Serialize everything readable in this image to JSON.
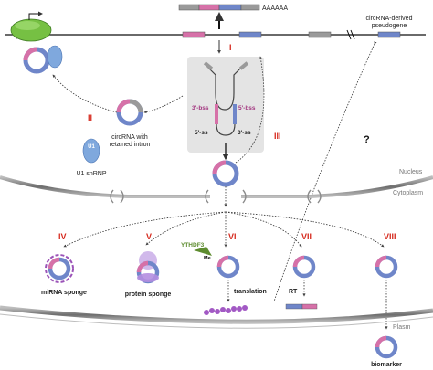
{
  "transcript_tail": "AAAAAA",
  "pseudogene_label": [
    "circRNA-derived",
    "pseudogene"
  ],
  "steps": [
    "I",
    "II",
    "III",
    "IV",
    "V",
    "VI",
    "VII",
    "VIII"
  ],
  "question_mark": "?",
  "bss_left": "3'-bss",
  "bss_right": "5'-bss",
  "ss_left": "5'-ss",
  "ss_right": "3'-ss",
  "retained_label": [
    "circRNA with",
    "retained intron"
  ],
  "u1_badge": "U1",
  "u1_snrnp_label": "U1 snRNP",
  "nucleus_label": "Nucleus",
  "cytoplasm_label": "Cytoplasm",
  "plasm_label": "Plasm",
  "ythdf3_label": "YTHDF3",
  "me_label": "Me",
  "fate_labels": {
    "mirna": "miRNA sponge",
    "protein": "protein sponge",
    "translation": "translation",
    "rt": "RT",
    "biomarker": "biomarker"
  },
  "colors": {
    "pink": "#d671a8",
    "blue": "#6f86c9",
    "grey": "#9a9a9a",
    "red": "#d62a1e",
    "green": "#6bb542",
    "purple": "#9b53b8",
    "membrane": "#8c8c8c"
  }
}
